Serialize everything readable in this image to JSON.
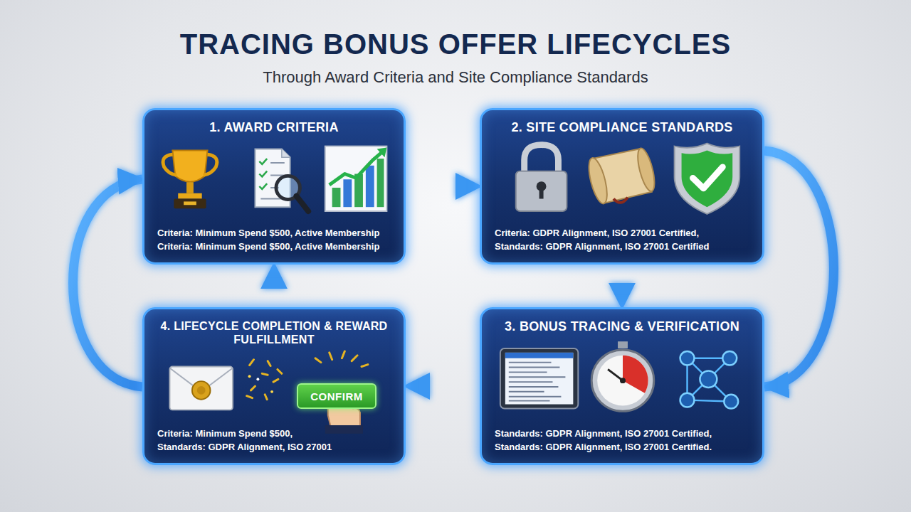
{
  "diagram": {
    "title": "TRACING BONUS OFFER LIFECYCLES",
    "caption": "Through Award Criteria and Site Compliance Standards",
    "nodes": [
      {
        "text": [
          "1. AWARD CRITERIA",
          "Criteria: Minimum Spend $500, Active Membership",
          "Criteria: Minimum Spend $500, Active Membership"
        ]
      },
      {
        "text": [
          "2. SITE COMPLIANCE STANDARDS",
          "Criteria: GDPR Alignment, ISO 27001 Certified,",
          "Standards: GDPR Alignment, ISO 27001 Certified"
        ]
      },
      {
        "text": [
          "3. BONUS TRACING & VERIFICATION",
          "Standards: GDPR Alignment, ISO 27001 Certified,",
          "Standards: GDPR Alignment, ISO 27001 Certified."
        ]
      },
      {
        "text": [
          "4. LIFECYCLE COMPLETION & REWARD FULFILLMENT",
          "Criteria: Minimum Spend $500,",
          "Standards: GDPR Alignment, ISO 27001"
        ]
      },
      {
        "text": [
          "CONFIRM"
        ],
        "in": 3
      }
    ],
    "edges": [
      {
        "from": 0,
        "to": 1,
        "arrow": "to"
      },
      {
        "from": 1,
        "to": 2,
        "arrow": "to"
      },
      {
        "from": 1,
        "to": 2,
        "arrow": "to"
      },
      {
        "from": 2,
        "to": 3,
        "arrow": "to"
      },
      {
        "from": 3,
        "to": 0,
        "arrow": "to"
      },
      {
        "from": 3,
        "to": 0,
        "arrow": "to"
      }
    ]
  }
}
